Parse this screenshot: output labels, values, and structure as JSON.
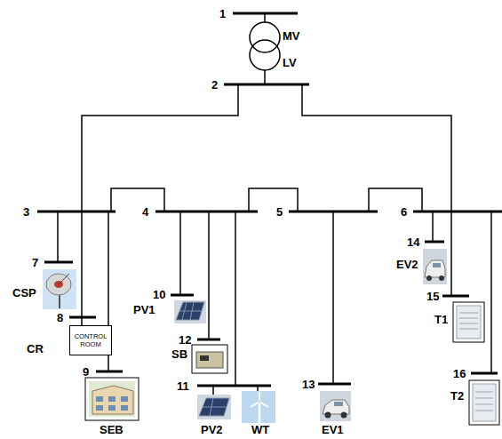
{
  "diagram": {
    "nodes": [
      {
        "text": [
          "CONTROL ROOM"
        ]
      }
    ],
    "labels": [
      "1",
      "MV",
      "LV",
      "2",
      "3",
      "4",
      "5",
      "6",
      "7",
      "CSP",
      "8",
      "CR",
      "9",
      "SEB",
      "10",
      "PV1",
      "12",
      "SB",
      "11",
      "PV2",
      "WT",
      "13",
      "EV1",
      "14",
      "EV2",
      "15",
      "T1",
      "16",
      "T2"
    ]
  }
}
